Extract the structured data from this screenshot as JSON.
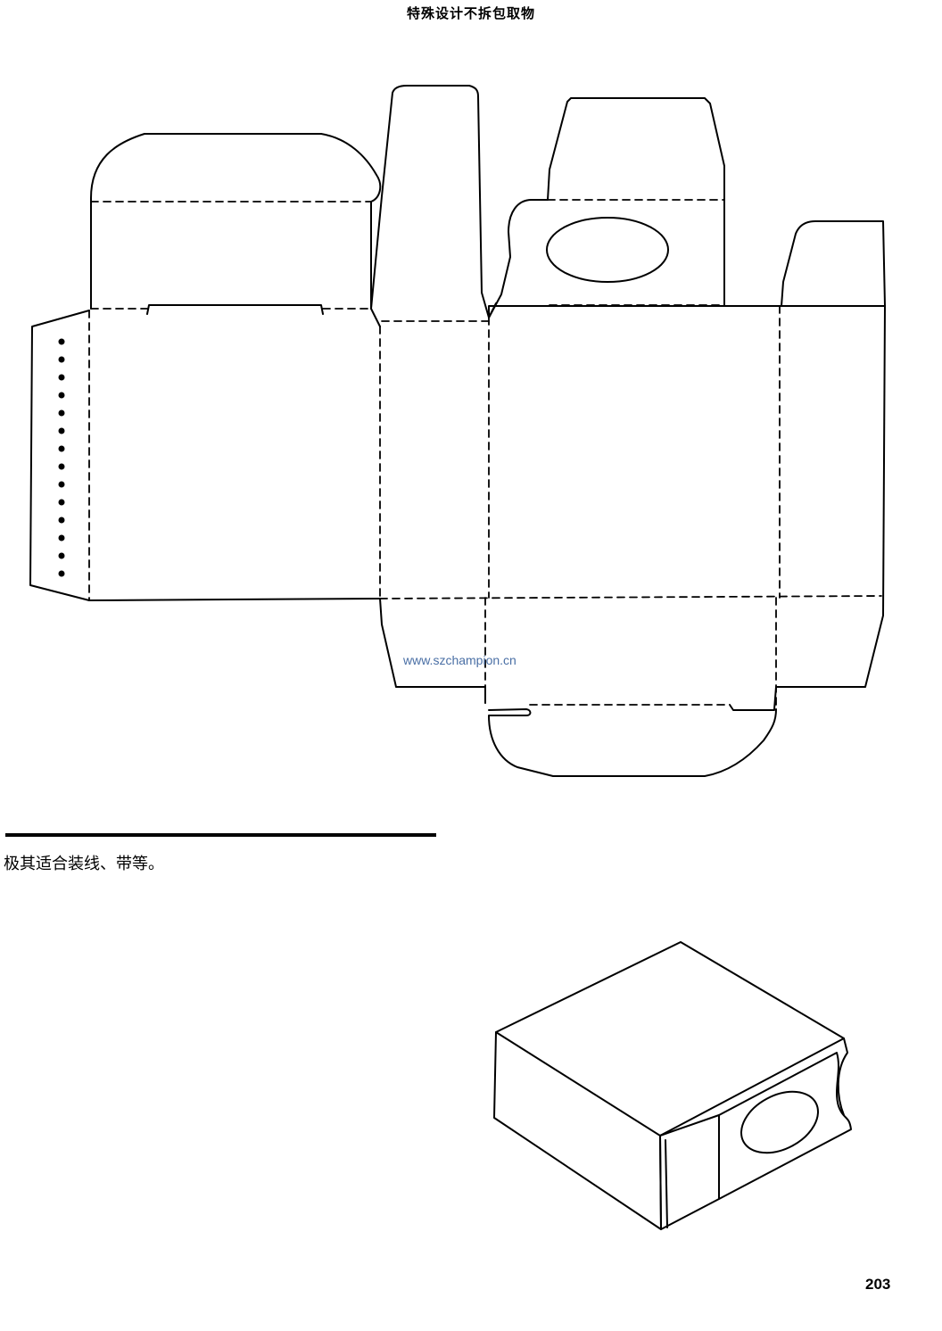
{
  "header": {
    "title": "特殊设计不拆包取物"
  },
  "watermark": "www.szchampion.cn",
  "caption": "极其适合装线、带等。",
  "page_number": "203",
  "colors": {
    "line": "#000000",
    "watermark": "#4a6fa5"
  }
}
